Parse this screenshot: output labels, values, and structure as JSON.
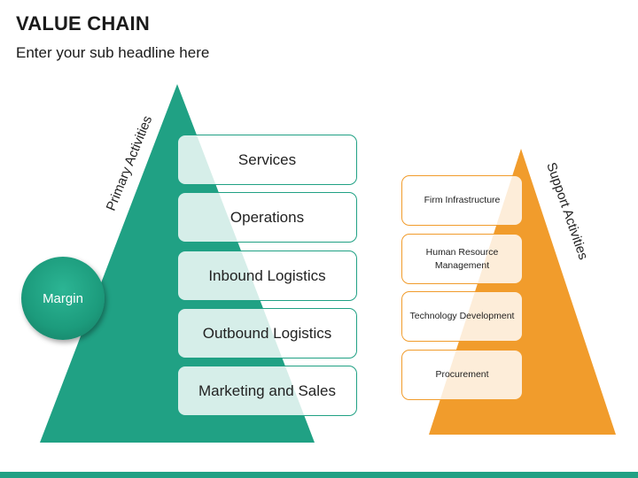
{
  "header": {
    "title": "VALUE CHAIN",
    "subtitle": "Enter your sub headline here"
  },
  "primary": {
    "label": "Primary Activities",
    "items": [
      "Services",
      "Operations",
      "Inbound Logistics",
      "Outbound Logistics",
      "Marketing and Sales"
    ]
  },
  "support": {
    "label": "Support Activities",
    "items": [
      "Firm Infrastructure",
      "Human Resource Management",
      "Technology Development",
      "Procurement"
    ]
  },
  "margin": {
    "label": "Margin"
  },
  "colors": {
    "primary": "#20a184",
    "support": "#f19c2c"
  }
}
